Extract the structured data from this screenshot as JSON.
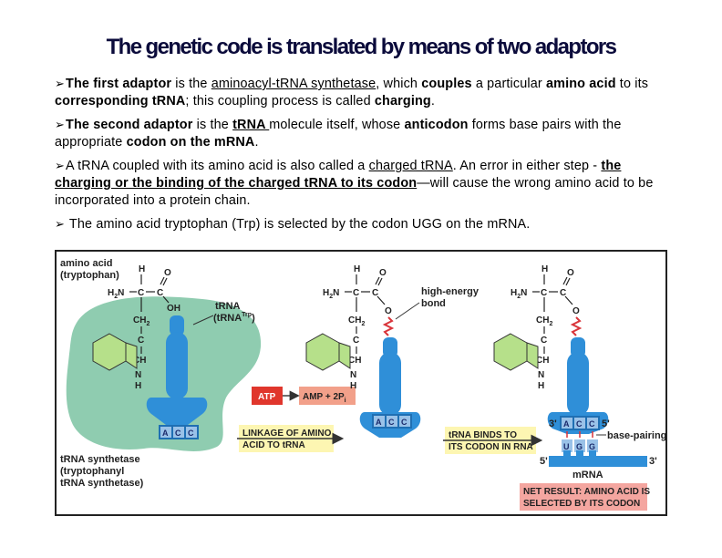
{
  "title": "The genetic code is translated by means of two  adaptors",
  "bullets": [
    {
      "parts": [
        {
          "t": "The first adaptor",
          "b": true
        },
        {
          "t": " is the "
        },
        {
          "t": "aminoacyl-tRNA synthetase",
          "u": true
        },
        {
          "t": ", which "
        },
        {
          "t": "couples",
          "b": true
        },
        {
          "t": " a particular "
        },
        {
          "t": "amino acid",
          "b": true
        },
        {
          "t": " to its "
        },
        {
          "t": "corresponding tRNA",
          "b": true
        },
        {
          "t": "; this coupling process is called "
        },
        {
          "t": "charging",
          "b": true
        },
        {
          "t": "."
        }
      ]
    },
    {
      "parts": [
        {
          "t": "The second adaptor",
          "b": true
        },
        {
          "t": " is the "
        },
        {
          "t": "tRNA ",
          "b": true,
          "u": true
        },
        {
          "t": "molecule itself, whose "
        },
        {
          "t": "anticodon",
          "b": true
        },
        {
          "t": " forms base pairs with the appropriate "
        },
        {
          "t": "codon on the mRNA",
          "b": true
        },
        {
          "t": "."
        }
      ]
    },
    {
      "parts": [
        {
          "t": "A tRNA coupled with its amino acid is also called a "
        },
        {
          "t": "charged tRNA",
          "u": true
        },
        {
          "t": ". An error in either step - "
        },
        {
          "t": "the charging or the binding of the charged tRNA to its codon",
          "b": true,
          "u": true
        },
        {
          "t": "—will cause the wrong amino acid to be incorporated into a protein chain."
        }
      ]
    },
    {
      "parts": [
        {
          "t": " The amino acid tryptophan (Trp) is selected by the codon UGG on the  mRNA."
        }
      ]
    }
  ],
  "figure": {
    "amino_acid_label": [
      "amino acid",
      "(tryptophan)"
    ],
    "trna_label": [
      "tRNA",
      "(tRNA"
    ],
    "trna_sup": "Trp",
    "trna_close": ")",
    "synthetase_label": [
      "tRNA synthetase",
      "(tryptophanyl",
      "tRNA synthetase)"
    ],
    "high_energy_label": [
      "high-energy",
      "bond"
    ],
    "atp": "ATP",
    "amp": "AMP + 2P",
    "amp_sub": "i",
    "linkage_box": [
      "LINKAGE OF AMINO",
      "ACID TO tRNA"
    ],
    "binds_box": [
      "tRNA BINDS TO",
      "ITS CODON IN RNA"
    ],
    "net_box": [
      "NET RESULT: AMINO ACID IS",
      "SELECTED BY ITS CODON"
    ],
    "base_pairing_label": "base-pairing",
    "mrna_label": "mRNA",
    "prime3": "3'",
    "prime5": "5'",
    "anticodon": [
      "A",
      "C",
      "C"
    ],
    "codon": [
      "U",
      "G",
      "G"
    ],
    "atoms": {
      "H": "H",
      "N": "N",
      "C": "C",
      "O": "O",
      "OH": "OH",
      "H2N": "H",
      "two": "2",
      "CH": "CH",
      "CH2": "CH"
    },
    "colors": {
      "enzyme": "#8fccb0",
      "trna": "#2f8fd8",
      "trna_dark": "#1f6fb3",
      "box": "#fdf6b2",
      "atp": "#e0362c",
      "amp": "#f2a08a",
      "net_box": "#f4a6a0",
      "ring": "#b6e08a",
      "bond": "#d9343a",
      "nucleotide": "#9ac2e8"
    }
  }
}
